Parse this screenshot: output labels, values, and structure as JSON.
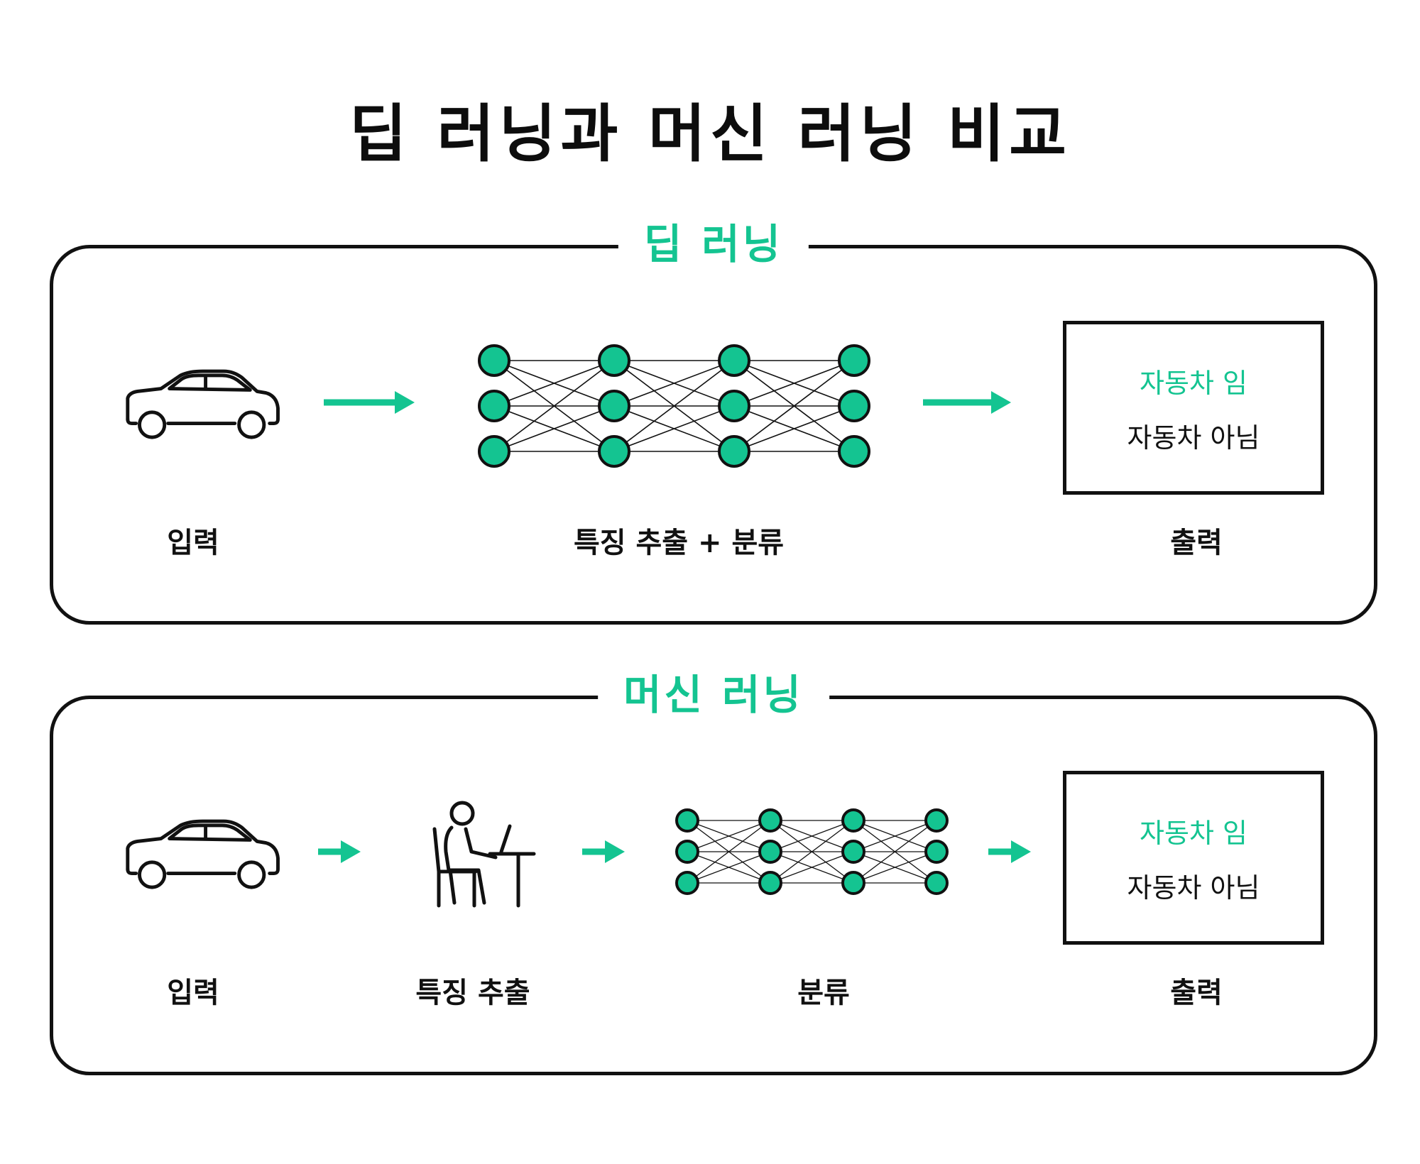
{
  "title": "딥 러닝과 머신 러닝 비교",
  "colors": {
    "accent": "#14c491",
    "stroke": "#111111"
  },
  "deep_learning": {
    "heading": "딥 러닝",
    "input_label": "입력",
    "network_label": "특징 추출 + 분류",
    "output_label": "출력",
    "output_yes": "자동차 임",
    "output_no": "자동차 아님",
    "icons": [
      "car-icon",
      "arrow-right-icon",
      "neural-network-icon",
      "arrow-right-icon"
    ]
  },
  "machine_learning": {
    "heading": "머신 러닝",
    "input_label": "입력",
    "feature_label": "특징 추출",
    "classify_label": "분류",
    "output_label": "출력",
    "output_yes": "자동차 임",
    "output_no": "자동차 아님",
    "icons": [
      "car-icon",
      "arrow-right-icon",
      "person-at-desk-icon",
      "arrow-right-icon",
      "neural-network-icon",
      "arrow-right-icon"
    ]
  }
}
